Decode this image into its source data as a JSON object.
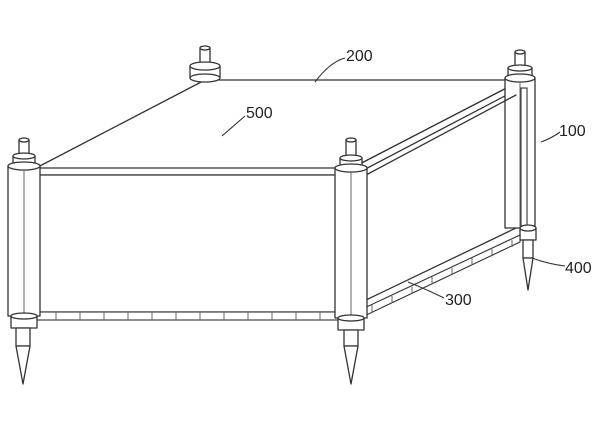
{
  "labels": {
    "top_plate": "200",
    "top_surface": "500",
    "post": "100",
    "mesh_net": "300",
    "ground_spike": "400"
  }
}
